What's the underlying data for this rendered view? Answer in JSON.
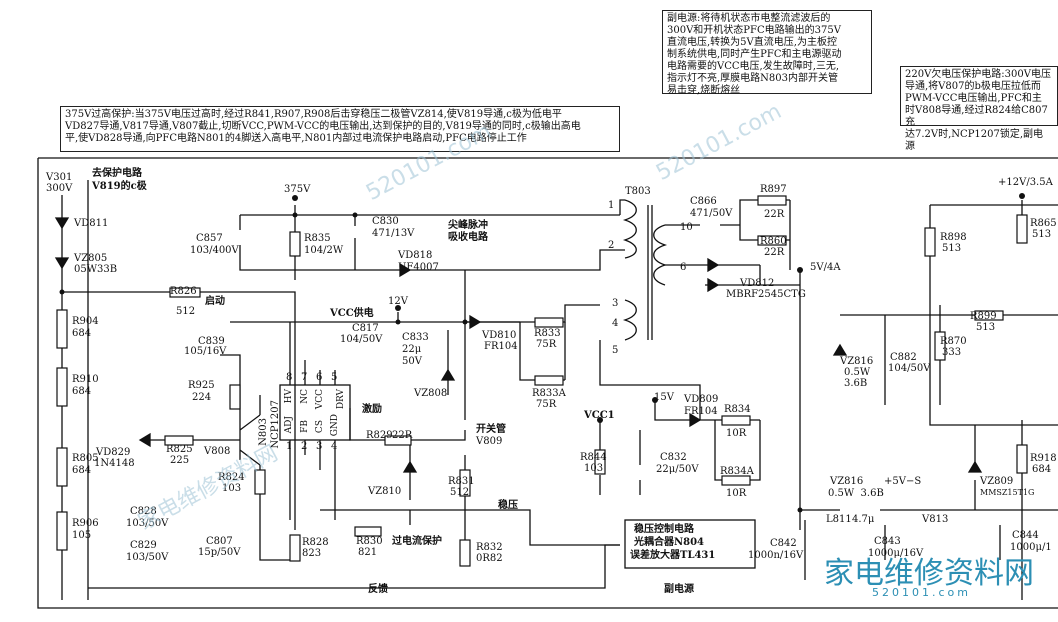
{
  "notes": {
    "ovp375": "375V过高保护:当375V电压过高时,经过R841,R907,R908后击穿稳压二极管VZ814,使V819导通,c极为低电平\nVD827导通,V817导通,V807截止,切断VCC,PWM-VCC的电压输出,达到保护的目的,V819导通的同时,c极输出高电\n平,使VD828导通,向PFC电路N801的4脚送入高电平,N801内部过电流保护电路启动,PFC电路停止工作",
    "aux_power": "副电源:将待机状态市电整流滤波后的\n300V和开机状态PFC电路输出的375V\n直流电压,转换为5V直流电压,为主板控\n制系统供电,同时产生PFC和主电源驱动\n电路需要的VCC电压,发生故障时,三无,\n指示灯不亮,厚膜电路N803内部开关管\n易击穿,烧断熔丝",
    "uvp220": "220V欠电压保护电路:300V电压\n导通,将V807的b极电压拉低而\nPWM-VCC电压输出,PFC和主\n时V808导通,经过R824给C807充\n达7.2V时,NCP1207锁定,副电源"
  },
  "labels": {
    "v301": "V301",
    "v300": "300V",
    "to_prot": "去保护电路",
    "v819c": "V819的c极",
    "vd811": "VD811",
    "vz805": "VZ805",
    "vz805v": "05W33B",
    "r904": "R904",
    "r904v": "684",
    "r910": "R910",
    "r910v": "684",
    "r805": "R805",
    "r805v": "684",
    "r906": "R906",
    "r906v": "105",
    "c828": "C828",
    "c828v": "103/50V",
    "c829": "C829",
    "c829v": "103/50V",
    "v375": "375V",
    "c857": "C857",
    "c857v": "103/400V",
    "r835": "R835",
    "r835v": "104/2W",
    "c830": "C830",
    "c830v": "471/13V",
    "spike1": "尖峰脉冲",
    "spike2": "吸收电路",
    "vd818": "VD818",
    "vd818v": "UF4007",
    "r826": "R826",
    "r826v": "512",
    "start": "启动",
    "v12": "12V",
    "vcc_sup": "VCC供电",
    "c839": "C839",
    "c839v": "105/16V",
    "r925": "R925",
    "r925v": "224",
    "c817": "C817",
    "c817v": "104/50V",
    "c833": "C833",
    "c833v1": "22μ",
    "c833v2": "50V",
    "vz808": "VZ808",
    "excite": "激励",
    "vd829": "VD829",
    "vd829v": "1N4148",
    "r825": "R825",
    "r825v": "225",
    "v808": "V808",
    "n803": "N803",
    "ncp": "NCP1207",
    "r824": "R824",
    "r824v": "103",
    "c807": "C807",
    "c807v": "15p/50V",
    "r828": "R828",
    "r828v": "823",
    "pin8": "8",
    "pin7": "7",
    "pin6": "6",
    "pin5": "5",
    "pin1": "1",
    "pin2": "2",
    "pin3": "3",
    "pin4": "4",
    "p_hv": "HV",
    "p_nc": "NC",
    "p_vcc": "VCC",
    "p_drv": "DRV",
    "p_adj": "ADJ",
    "p_fb": "FB",
    "p_cs": "CS",
    "p_gnd": "GND",
    "r829": "R829",
    "r829v": "22R",
    "vz810": "VZ810",
    "r830": "R830",
    "r830v": "821",
    "ocp": "过电流保护",
    "r831": "R831",
    "r831v": "512",
    "r832": "R832",
    "r832v": "0R82",
    "vd810": "VD810",
    "vd810v": "FR104",
    "sw": "开关管",
    "v809": "V809",
    "r833": "R833",
    "r833v": "75R",
    "r833a": "R833A",
    "r833av": "75R",
    "feedback": "反馈",
    "regulate": "稳压",
    "t803": "T803",
    "tp1": "1",
    "tp2": "2",
    "tp3": "3",
    "tp4": "4",
    "tp5": "5",
    "tp10": "10",
    "tp6": "6",
    "c866": "C866",
    "c866v": "471/50V",
    "r897": "R897",
    "r897v": "22R",
    "r860": "R860",
    "r860v": "22R",
    "out5v": "5V/4A",
    "vd812": "VD812",
    "vd812v": "MBRF2545CTG",
    "v15": "15V",
    "vd809": "VD809",
    "vd809v": "FR104",
    "vcc1": "VCC1",
    "r834": "R834",
    "r834v": "10R",
    "r834a": "R834A",
    "r834av": "10R",
    "r844": "R844",
    "r844v": "103",
    "c832": "C832",
    "c832v": "22μ/50V",
    "ctrl1": "稳压控制电路",
    "ctrl2": "光耦合器N804",
    "ctrl3": "误差放大器TL431",
    "aux_lbl": "副电源",
    "c842": "C842",
    "c842v": "1000n/16V",
    "vz816a": "VZ816",
    "vz816av": "0.5W  3.6B",
    "l811": "L811",
    "l811v": "4.7μ",
    "plus5v": "+5V−S",
    "v813": "V813",
    "c843": "C843",
    "c843v": "1000μ/16V",
    "c844": "C844",
    "c844v": "1000μ/1",
    "v12_35": "+12V/3.5A",
    "r898": "R898",
    "r898v": "513",
    "r865": "R865",
    "r865v": "513",
    "r899": "R899",
    "r899v": "513",
    "r870": "R870",
    "r870v": "333",
    "vz816b": "VZ816",
    "vz816bv1": "0.5W",
    "vz816bv2": "3.6B",
    "c882": "C882",
    "c882v": "104/50V",
    "vz809": "VZ809",
    "vz809v": "MMSZ15T1G",
    "r918": "R918",
    "r918v": "684"
  },
  "watermark": {
    "text1": "家电维修资料网",
    "text2": "520101.com",
    "brand": "家电维修资料网",
    "url": "520101.com"
  }
}
